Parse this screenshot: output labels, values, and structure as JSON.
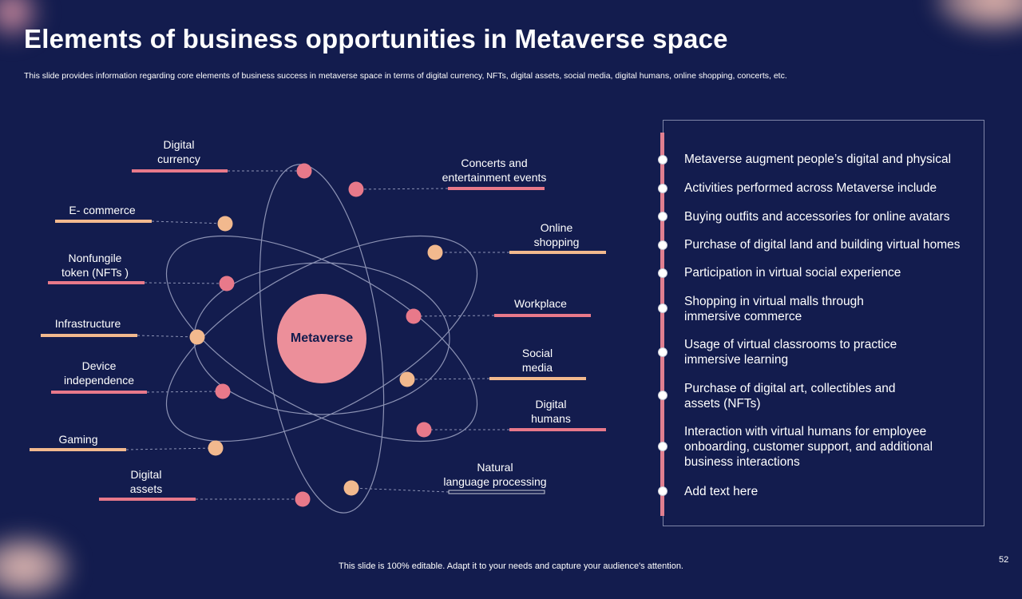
{
  "title": "Elements of business opportunities in Metaverse space",
  "subtitle": "This slide provides information regarding core elements of business success in metaverse space in terms of digital currency, NFTs, digital assets, social media, digital humans, online shopping, concerts, etc.",
  "hub": "Metaverse",
  "left_nodes": [
    {
      "lines": [
        "Digital",
        "currency"
      ],
      "color": "#e8798a"
    },
    {
      "lines": [
        "E- commerce"
      ],
      "color": "#f2b98e"
    },
    {
      "lines": [
        "Nonfungile",
        "token (NFTs )"
      ],
      "color": "#e8798a"
    },
    {
      "lines": [
        "Infrastructure"
      ],
      "color": "#f2b98e"
    },
    {
      "lines": [
        "Device",
        "independence"
      ],
      "color": "#e8798a"
    },
    {
      "lines": [
        "Gaming"
      ],
      "color": "#f2b98e"
    },
    {
      "lines": [
        "Digital",
        "assets"
      ],
      "color": "#e8798a"
    }
  ],
  "right_nodes": [
    {
      "lines": [
        "Concerts and",
        "entertainment events"
      ],
      "color": "#e8798a"
    },
    {
      "lines": [
        "Online",
        "shopping"
      ],
      "color": "#f2b98e"
    },
    {
      "lines": [
        "Workplace"
      ],
      "color": "#e8798a"
    },
    {
      "lines": [
        "Social",
        "media"
      ],
      "color": "#f2b98e"
    },
    {
      "lines": [
        "Digital",
        "humans"
      ],
      "color": "#e8798a"
    },
    {
      "lines": [
        "Natural",
        "language processing"
      ],
      "color": "#f2b98e"
    }
  ],
  "panel_items": [
    [
      "Metaverse augment people’s digital and physical"
    ],
    [
      "Activities performed across Metaverse include"
    ],
    [
      "Buying outfits and accessories for online avatars"
    ],
    [
      "Purchase of digital land and building virtual homes"
    ],
    [
      "Participation in virtual social experience"
    ],
    [
      "Shopping in virtual malls through",
      "immersive commerce"
    ],
    [
      "Usage of virtual classrooms to practice",
      "immersive learning"
    ],
    [
      "Purchase of digital art, collectibles and",
      "assets (NFTs)"
    ],
    [
      "Interaction with virtual humans for employee",
      "onboarding, customer support, and additional",
      "business interactions"
    ],
    [
      "Add text here"
    ]
  ],
  "colors": {
    "background": "#131c4e",
    "pink": "#e8798a",
    "peach": "#f2b98e",
    "hub_fill": "#ec8f9a",
    "orbit": "#8c92b4"
  },
  "page_number": "52",
  "footer": "This slide is 100% editable. Adapt it to your needs and capture your audience's attention."
}
